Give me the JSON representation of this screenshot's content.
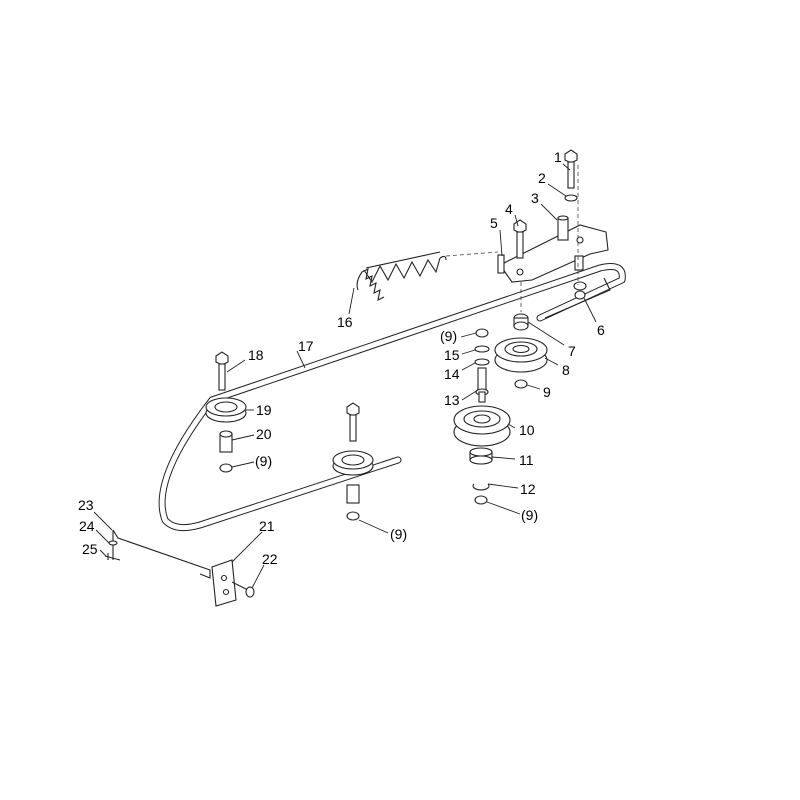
{
  "diagram": {
    "labels": [
      {
        "id": "1",
        "text": "1"
      },
      {
        "id": "2",
        "text": "2"
      },
      {
        "id": "3",
        "text": "3"
      },
      {
        "id": "4",
        "text": "4"
      },
      {
        "id": "5",
        "text": "5"
      },
      {
        "id": "6",
        "text": "6"
      },
      {
        "id": "7",
        "text": "7"
      },
      {
        "id": "8",
        "text": "8"
      },
      {
        "id": "9a",
        "text": "9"
      },
      {
        "id": "9b",
        "text": "(9)"
      },
      {
        "id": "9c",
        "text": "(9)"
      },
      {
        "id": "9d",
        "text": "(9)"
      },
      {
        "id": "9e",
        "text": "(9)"
      },
      {
        "id": "10",
        "text": "10"
      },
      {
        "id": "11",
        "text": "11"
      },
      {
        "id": "12",
        "text": "12"
      },
      {
        "id": "13",
        "text": "13"
      },
      {
        "id": "14",
        "text": "14"
      },
      {
        "id": "15",
        "text": "15"
      },
      {
        "id": "16",
        "text": "16"
      },
      {
        "id": "17",
        "text": "17"
      },
      {
        "id": "18",
        "text": "18"
      },
      {
        "id": "19",
        "text": "19"
      },
      {
        "id": "20",
        "text": "20"
      },
      {
        "id": "21",
        "text": "21"
      },
      {
        "id": "22",
        "text": "22"
      },
      {
        "id": "23",
        "text": "23"
      },
      {
        "id": "24",
        "text": "24"
      },
      {
        "id": "25",
        "text": "25"
      }
    ]
  }
}
